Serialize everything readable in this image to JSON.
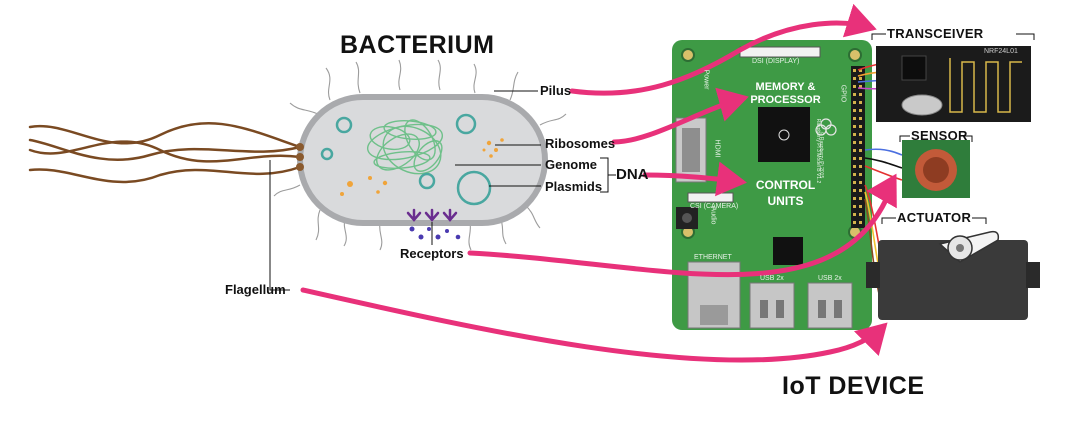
{
  "titles": {
    "bacterium": "BACTERIUM",
    "iot_device": "IoT DEVICE"
  },
  "bacterium_labels": {
    "pilus": "Pilus",
    "ribosomes": "Ribosomes",
    "genome": "Genome",
    "plasmids": "Plasmids",
    "dna": "DNA",
    "receptors": "Receptors",
    "flagellum": "Flagellum"
  },
  "iot_labels": {
    "transceiver": "TRANSCEIVER",
    "transceiver_chip": "NRF24L01",
    "sensor": "SENSOR",
    "actuator": "ACTUATOR",
    "memory_processor_line1": "MEMORY &",
    "memory_processor_line2": "PROCESSOR",
    "control_units_line1": "CONTROL",
    "control_units_line2": "UNITS"
  },
  "board_silkscreen": {
    "dsi": "DSI (DISPLAY)",
    "csi": "CSI (CAMERA)",
    "ethernet": "ETHERNET",
    "usb_left": "USB 2x",
    "usb_right": "USB 2x",
    "hdmi": "HDMI",
    "audio": "Audio",
    "power": "Power",
    "gpio": "GPIO",
    "model": "Raspberry Pi 3 Model B V1.2",
    "copyright": "© Raspberry Pi 2015"
  },
  "colors": {
    "arrow": "#e8317a",
    "board": "#3e9a45",
    "flagellum": "#7a4a22",
    "cell_fill": "#d9dadc",
    "cell_stroke": "#a9aaad",
    "genome": "#6fc08a",
    "plasmid": "#49a7a0",
    "ribosome": "#f0a43a",
    "receptor": "#6a2d8f",
    "sensor_board": "#2f7d3b",
    "transceiver_board": "#1b1b1b",
    "servo": "#3a3a3a"
  }
}
